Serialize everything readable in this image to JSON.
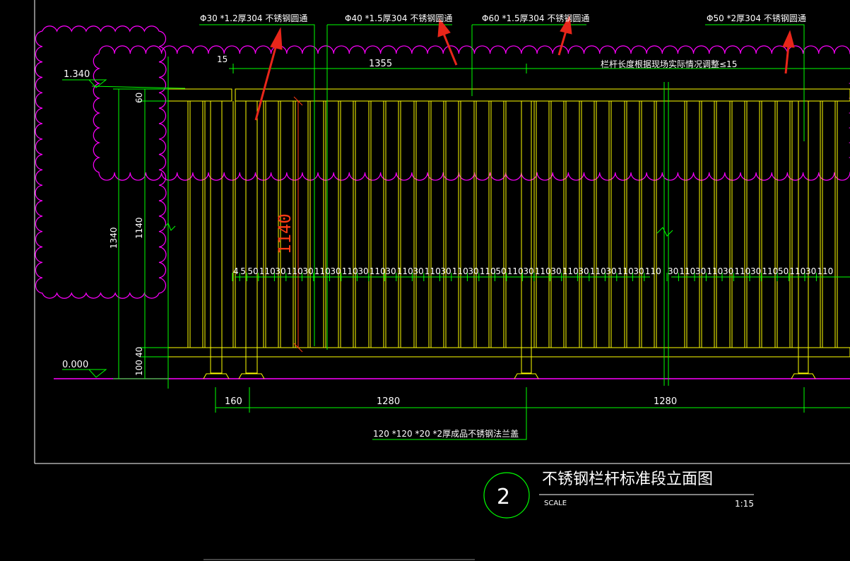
{
  "annotations": {
    "pipe_30": "Φ30 *1.2厚304 不锈钢圆通",
    "pipe_40": "Φ40 *1.5厚304 不锈钢圆通",
    "pipe_60": "Φ60 *1.5厚304 不锈钢圆通",
    "pipe_50": "Φ50 *2厚304 不锈钢圆通",
    "flange": "120 *120 *20 *2厚成品不锈钢法兰盖",
    "length_note": "栏杆长度根据现场实际情况调整≤15"
  },
  "levels": {
    "top": "1.340",
    "ground": "0.000"
  },
  "dims_top": {
    "d15": "15",
    "d1355": "1355"
  },
  "dims_left": {
    "d60": "60",
    "d1140": "1140",
    "d1340": "1340",
    "d100": "100",
    "d40": "40"
  },
  "dim_red": "1140",
  "dims_spacing": [
    "4",
    "5",
    "50",
    "110",
    "30",
    "110",
    "30",
    "110",
    "30",
    "110",
    "30",
    "110",
    "30",
    "110",
    "30",
    "110",
    "30",
    "110",
    "30",
    "110",
    "50",
    "110",
    "30",
    "110",
    "30",
    "110",
    "30",
    "110",
    "30",
    "110",
    "30",
    "110",
    "30",
    "110",
    "30",
    "110",
    "30",
    "110",
    "30",
    "110",
    "50",
    "110",
    "30",
    "110"
  ],
  "dims_bottom": {
    "d160": "160",
    "d1280a": "1280",
    "d1280b": "1280"
  },
  "title": {
    "number": "2",
    "text": "不锈钢栏杆标准段立面图",
    "scale_label": "SCALE",
    "scale": "1:15"
  },
  "cad_colors": {
    "yellow": "#ffff00",
    "green": "#00ff00",
    "magenta": "#ff00ff",
    "white": "#ffffff",
    "arrow_red": "#e8261a"
  }
}
